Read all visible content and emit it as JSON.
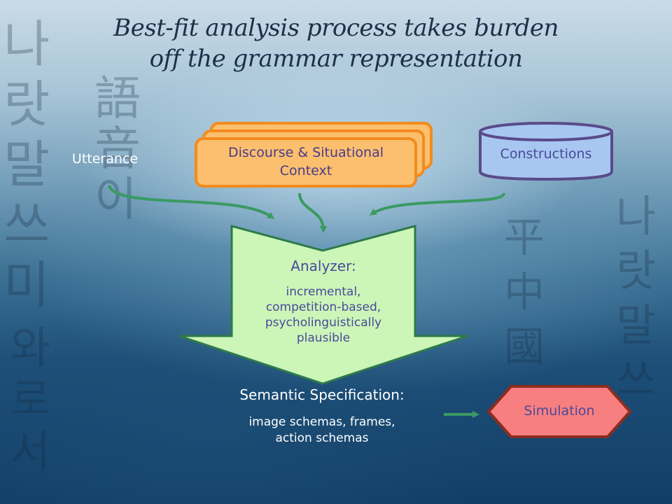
{
  "slide": {
    "title_line1": "Best-fit analysis process takes burden",
    "title_line2": "off the grammar representation"
  },
  "diagram": {
    "utterance": "Utterance",
    "context_line1": "Discourse & Situational",
    "context_line2": "Context",
    "constructions": "Constructions",
    "analyzer_title": "Analyzer:",
    "analyzer_desc_line1": "incremental,",
    "analyzer_desc_line2": "competition-based,",
    "analyzer_desc_line3": "psycholinguistically",
    "analyzer_desc_line4": "plausible",
    "semspec_title": "Semantic Specification:",
    "semspec_desc_line1": "image schemas, frames,",
    "semspec_desc_line2": "action schemas",
    "simulation": "Simulation"
  },
  "colors": {
    "context_fill": "#fbbf6e",
    "context_border": "#f28c1e",
    "constructions_fill": "#a7c7f0",
    "constructions_border": "#5a4a8a",
    "analyzer_fill": "#ccf5b8",
    "analyzer_border": "#2d7a4a",
    "simulation_fill": "#f87f7f",
    "simulation_border": "#8b2d1f",
    "arrow": "#3a9a62"
  }
}
